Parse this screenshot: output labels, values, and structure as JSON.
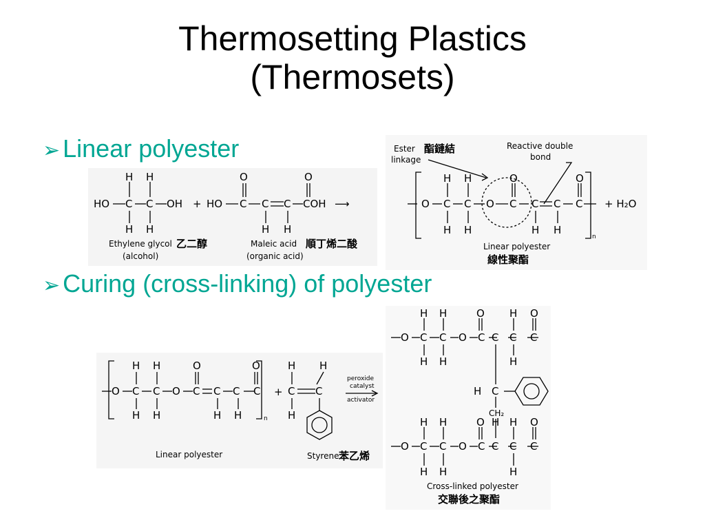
{
  "slide": {
    "title_line1": "Thermosetting Plastics",
    "title_line2": "(Thermosets)",
    "bullets": [
      {
        "arrow": "➢",
        "text": "Linear polyester"
      },
      {
        "arrow": "➢",
        "text": "Curing (cross-linking) of polyester"
      }
    ]
  },
  "figure1": {
    "glycol_label": "Ethylene glycol",
    "glycol_cjk": "乙二醇",
    "glycol_sub": "(alcohol)",
    "maleic_label": "Maleic acid",
    "maleic_cjk": "順丁烯二酸",
    "maleic_sub": "(organic acid)",
    "cooh": "COH",
    "plus": "+",
    "arrow": "⟶"
  },
  "figure2": {
    "ester_label": "Ester",
    "ester_label2": "linkage",
    "ester_cjk": "酯鏈結",
    "reactive_label": "Reactive double",
    "reactive_label2": "bond",
    "plus_water": "+ H₂O",
    "subscript_n": "n",
    "product_label": "Linear polyester",
    "product_cjk": "線性聚酯"
  },
  "figure3": {
    "label": "Linear polyester",
    "subscript_n": "n",
    "plus": "+"
  },
  "figure4": {
    "styrene_label": "Styrene",
    "styrene_cjk": "苯乙烯",
    "catalyst1": "peroxide",
    "catalyst2": "catalyst",
    "catalyst3": "activator"
  },
  "figure5": {
    "ch2": "CH₂",
    "label": "Cross-linked polyester",
    "cjk": "交聯後之聚酯"
  },
  "theme": {
    "accent": "#00a693"
  }
}
